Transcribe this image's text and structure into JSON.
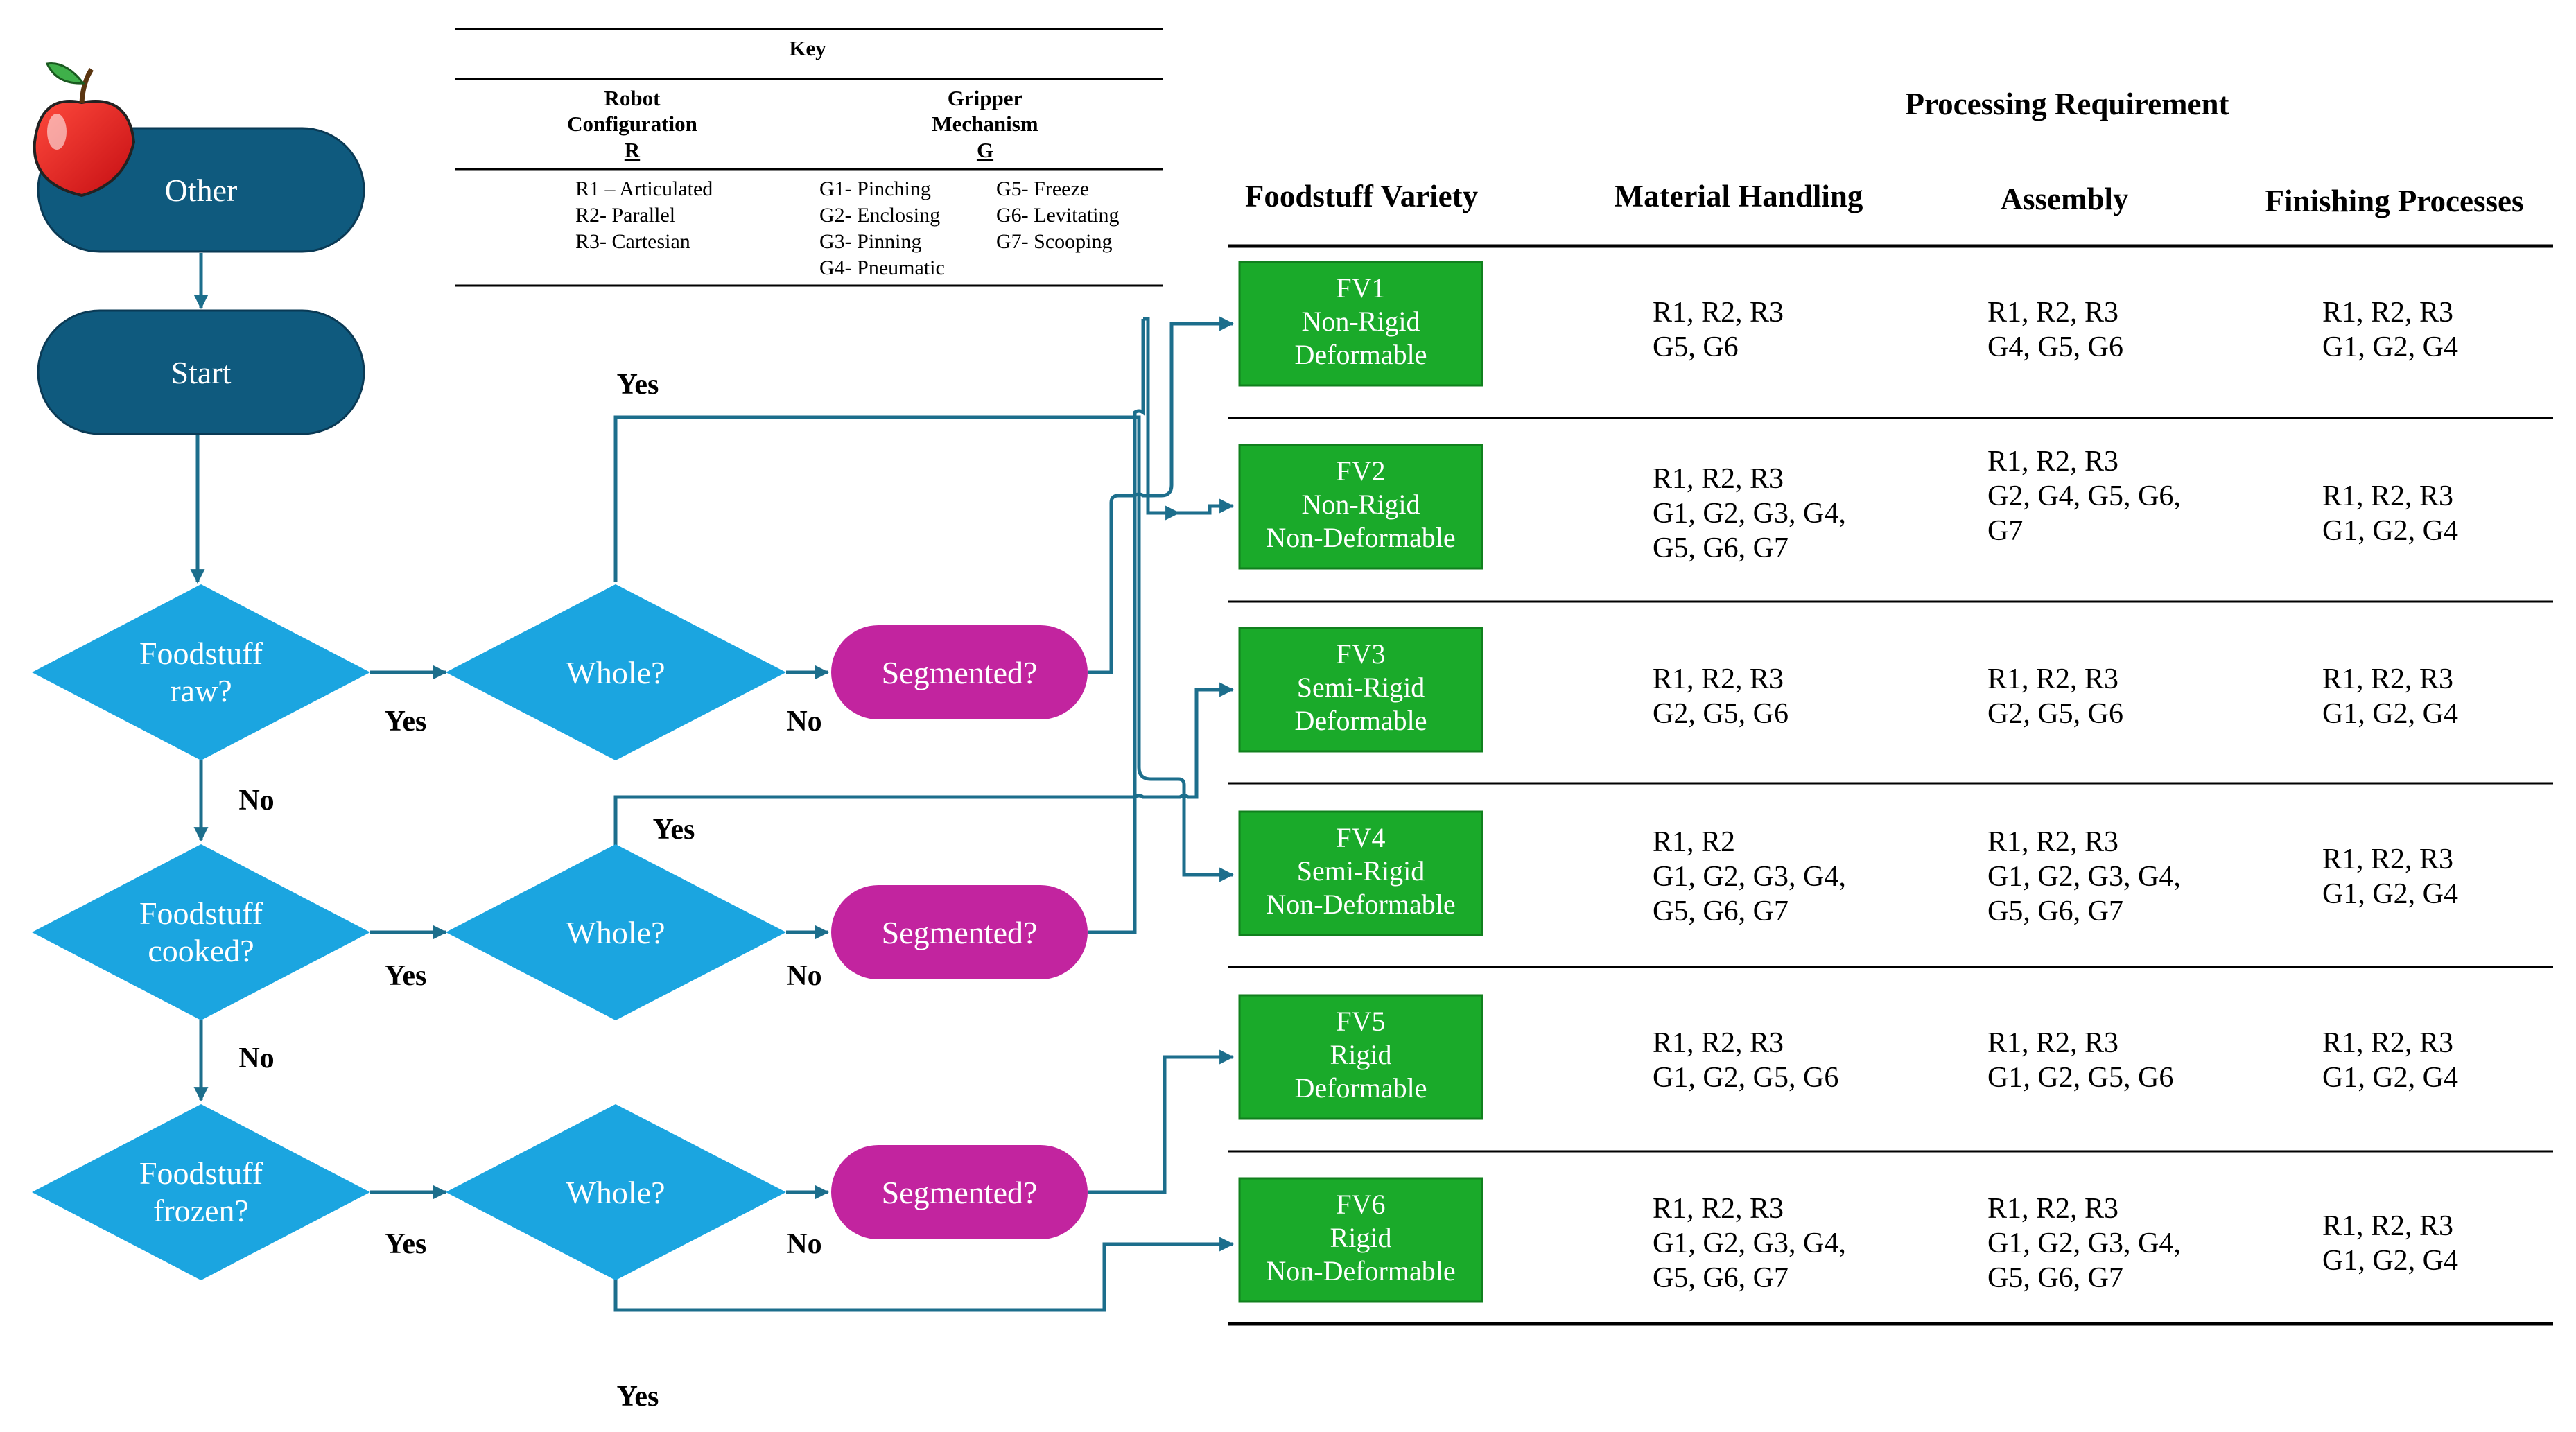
{
  "key": {
    "title": "Key",
    "robot_header": [
      "Robot",
      "Configuration",
      "R"
    ],
    "gripper_header": [
      "Gripper",
      "Mechanism",
      "G"
    ],
    "robot_items": [
      "R1 – Articulated",
      "R2- Parallel",
      "R3- Cartesian"
    ],
    "gripper_items_col1": [
      "G1- Pinching",
      "G2- Enclosing",
      "G3- Pinning",
      "G4- Pneumatic"
    ],
    "gripper_items_col2": [
      "G5- Freeze",
      "G6- Levitating",
      "G7- Scooping"
    ]
  },
  "flow": {
    "other": "Other",
    "start": "Start",
    "raw": [
      "Foodstuff",
      "raw?"
    ],
    "cooked": [
      "Foodstuff",
      "cooked?"
    ],
    "frozen": [
      "Foodstuff",
      "frozen?"
    ],
    "whole": "Whole?",
    "segmented": "Segmented?",
    "yes": "Yes",
    "no": "No"
  },
  "table": {
    "super_header": "Processing Requirement",
    "headers": [
      "Foodstuff Variety",
      "Material Handling",
      "Assembly",
      "Finishing Processes"
    ],
    "rows": [
      {
        "fv": [
          "FV1",
          "Non-Rigid",
          "Deformable"
        ],
        "mh": [
          "R1, R2, R3",
          "G5, G6"
        ],
        "as": [
          "R1, R2, R3",
          "G4, G5, G6"
        ],
        "fp": [
          "R1, R2, R3",
          "G1, G2, G4"
        ]
      },
      {
        "fv": [
          "FV2",
          "Non-Rigid",
          "Non-Deformable"
        ],
        "mh": [
          "R1, R2, R3",
          "G1, G2, G3, G4,",
          "G5, G6, G7"
        ],
        "as": [
          "R1, R2, R3",
          "G2, G4, G5, G6,",
          "G7"
        ],
        "fp": [
          "R1, R2, R3",
          "G1, G2, G4"
        ]
      },
      {
        "fv": [
          "FV3",
          "Semi-Rigid",
          "Deformable"
        ],
        "mh": [
          "R1, R2, R3",
          "G2, G5, G6"
        ],
        "as": [
          "R1, R2, R3",
          "G2, G5, G6"
        ],
        "fp": [
          "R1, R2, R3",
          "G1, G2, G4"
        ]
      },
      {
        "fv": [
          "FV4",
          "Semi-Rigid",
          "Non-Deformable"
        ],
        "mh": [
          "R1, R2",
          "G1, G2, G3, G4,",
          "G5, G6, G7"
        ],
        "as": [
          "R1, R2, R3",
          "G1, G2, G3, G4,",
          "G5, G6, G7"
        ],
        "fp": [
          "R1, R2, R3",
          "G1, G2, G4"
        ]
      },
      {
        "fv": [
          "FV5",
          "Rigid",
          "Deformable"
        ],
        "mh": [
          "R1, R2, R3",
          "G1, G2, G5, G6"
        ],
        "as": [
          "R1, R2, R3",
          "G1, G2, G5, G6"
        ],
        "fp": [
          "R1, R2, R3",
          "G1, G2, G4"
        ]
      },
      {
        "fv": [
          "FV6",
          "Rigid",
          "Non-Deformable"
        ],
        "mh": [
          "R1, R2, R3",
          "G1, G2, G3, G4,",
          "G5, G6, G7"
        ],
        "as": [
          "R1, R2, R3",
          "G1, G2, G3, G4,",
          "G5, G6, G7"
        ],
        "fp": [
          "R1, R2, R3",
          "G1, G2, G4"
        ]
      }
    ]
  },
  "colors": {
    "terminal": "#0f5a7e",
    "diamond": "#1ba5e0",
    "segmented": "#c2249f",
    "fv_box": "#1aaa2a",
    "arrow": "#1c6e8c"
  },
  "icons": [
    "apple-icon"
  ]
}
